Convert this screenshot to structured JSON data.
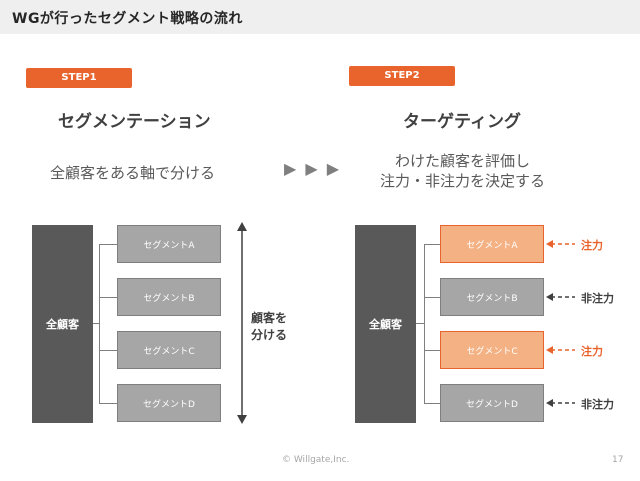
{
  "header": {
    "title": "WGが行ったセグメント戦略の流れ"
  },
  "step1": {
    "badge": "STEP1",
    "heading": "セグメンテーション",
    "description": "全顧客をある軸で分ける",
    "all_label": "全顧客",
    "segments": [
      "セグメントA",
      "セグメントB",
      "セグメントC",
      "セグメントD"
    ],
    "split_label_line1": "顧客を",
    "split_label_line2": "分ける"
  },
  "arrows": "▶ ▶ ▶",
  "step2": {
    "badge": "STEP2",
    "heading": "ターゲティング",
    "description_line1": "わけた顧客を評価し",
    "description_line2": "注力・非注力を決定する",
    "all_label": "全顧客",
    "segments": [
      {
        "label": "セグメントA",
        "tag": "注力",
        "focus": true
      },
      {
        "label": "セグメントB",
        "tag": "非注力",
        "focus": false
      },
      {
        "label": "セグメントC",
        "tag": "注力",
        "focus": true
      },
      {
        "label": "セグメントD",
        "tag": "非注力",
        "focus": false
      }
    ]
  },
  "footer": {
    "copyright": "© Willgate,Inc.",
    "page_number": "17"
  },
  "colors": {
    "accent": "#e8642c",
    "segment_gray": "#a6a6a6",
    "segment_orange": "#f4b183",
    "dark_box": "#595959"
  }
}
